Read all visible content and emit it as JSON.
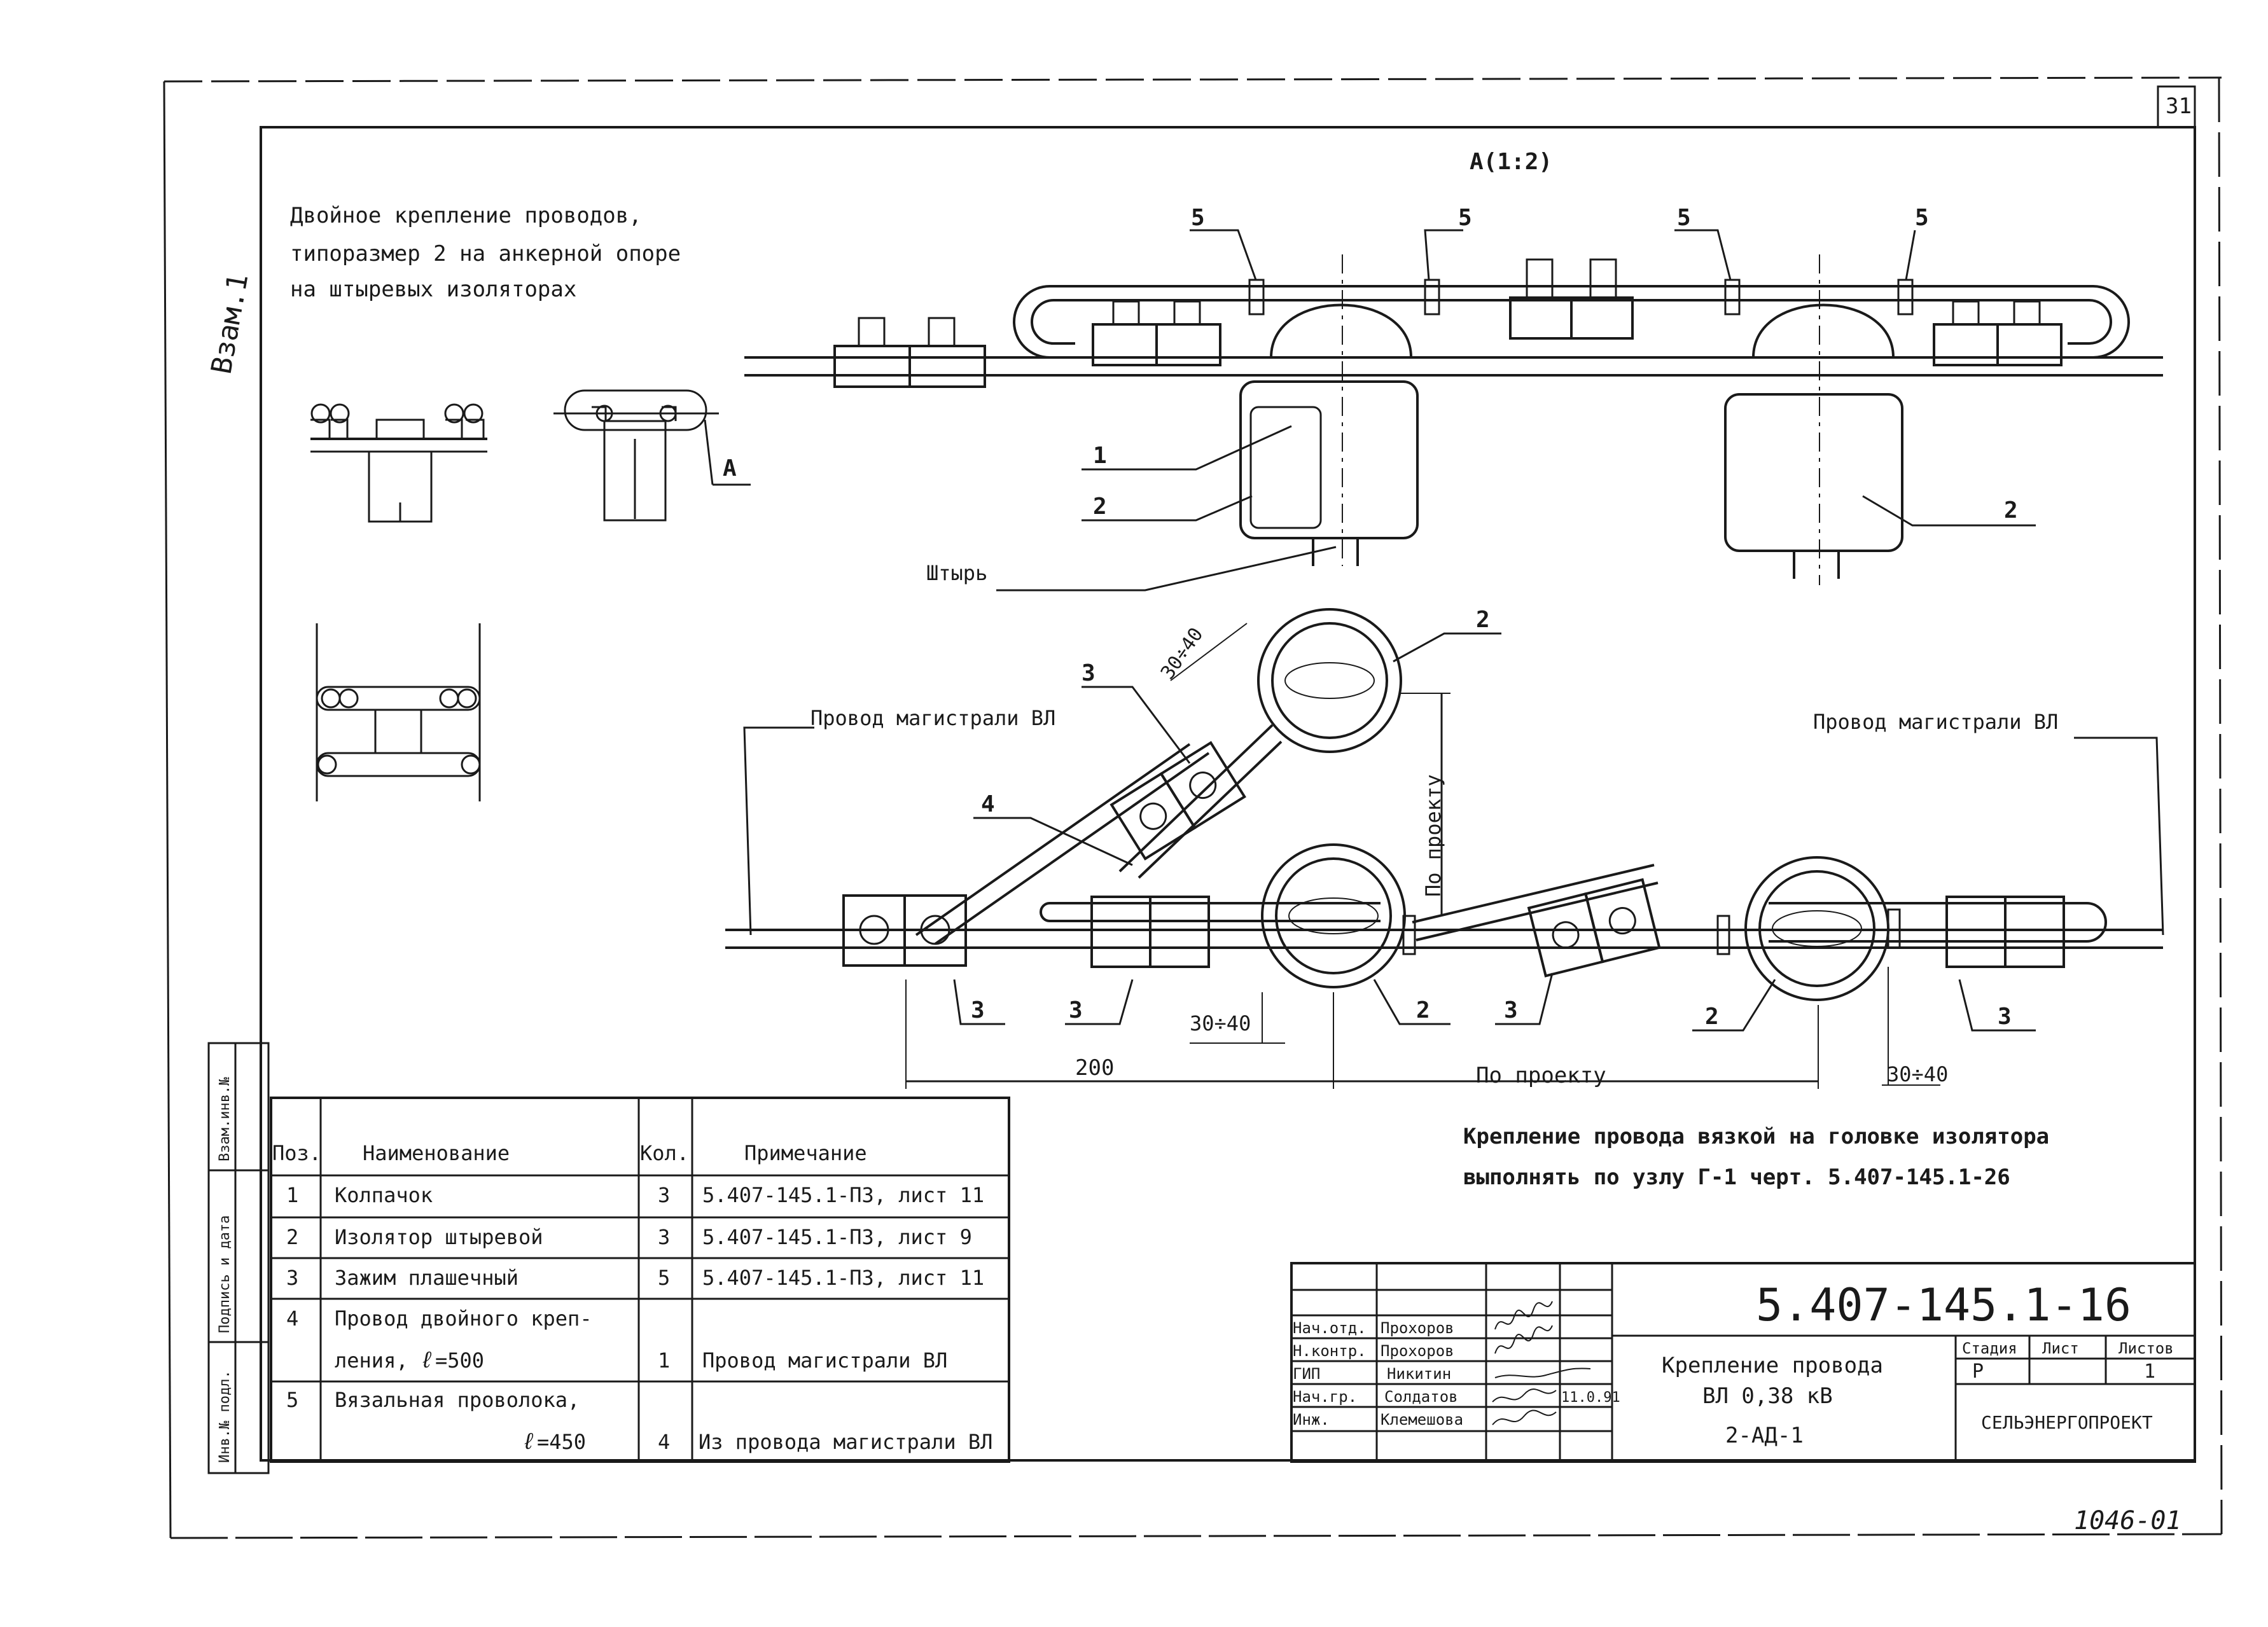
{
  "page_number": "31",
  "view_label": "А(1:2)",
  "description_lines": [
    "Двойное крепление проводов,",
    "типоразмер 2 на анкерной опоре",
    "на штыревых изоляторах"
  ],
  "marginal_note": "Взам.1",
  "leader_A": "А",
  "pin_label": "Штырь",
  "pos_numbers": {
    "p1": "1",
    "p2": "2",
    "p3": "3",
    "p4": "4",
    "p5": "5"
  },
  "line_label": "Провод магистрали ВЛ",
  "dims": {
    "d30_40": "30÷40",
    "d200": "200",
    "per_project": "По проекту"
  },
  "note_lines": [
    "Крепление провода вязкой на головке изолятора",
    "выполнять по узлу Г-1 черт. 5.407-145.1-26"
  ],
  "spec_table": {
    "headers": [
      "Поз.",
      "Наименование",
      "Кол.",
      "Примечание"
    ],
    "rows": [
      {
        "pos": "1",
        "name": "Колпачок",
        "qty": "3",
        "note": "5.407-145.1-ПЗ, лист 11"
      },
      {
        "pos": "2",
        "name": "Изолятор штыревой",
        "qty": "3",
        "note": "5.407-145.1-ПЗ, лист 9"
      },
      {
        "pos": "3",
        "name": "Зажим плашечный",
        "qty": "5",
        "note": "5.407-145.1-ПЗ, лист 11"
      },
      {
        "pos": "4",
        "name": "Провод двойного креп-",
        "name2": "ления,",
        "len": "=500",
        "qty": "1",
        "note": "Провод магистрали ВЛ"
      },
      {
        "pos": "5",
        "name": "Вязальная проволока,",
        "len": "=450",
        "qty": "4",
        "note": "Из провода магистрали ВЛ"
      }
    ]
  },
  "side_stamp": [
    "Инв.№ подл.",
    "Подпись и дата",
    "Взам.инв.№"
  ],
  "title_block": {
    "code": "5.407-145.1-16",
    "roles": [
      {
        "role": "Нач.отд.",
        "name": "Прохоров"
      },
      {
        "role": "Н.контр.",
        "name": "Прохоров"
      },
      {
        "role": "ГИП",
        "name": "Никитин"
      },
      {
        "role": "Нач.гр.",
        "name": "Солдатов",
        "date": "11.0.91"
      },
      {
        "role": "Инж.",
        "name": "Клемешова"
      }
    ],
    "title_lines": [
      "Крепление провода",
      "ВЛ 0,38 кВ",
      "2-АД-1"
    ],
    "stage_header": "Стадия",
    "sheet_header": "Лист",
    "sheets_header": "Листов",
    "stage": "Р",
    "sheets": "1",
    "org": "СЕЛЬЭНЕРГОПРОЕКТ"
  },
  "archive_number": "1046-01"
}
